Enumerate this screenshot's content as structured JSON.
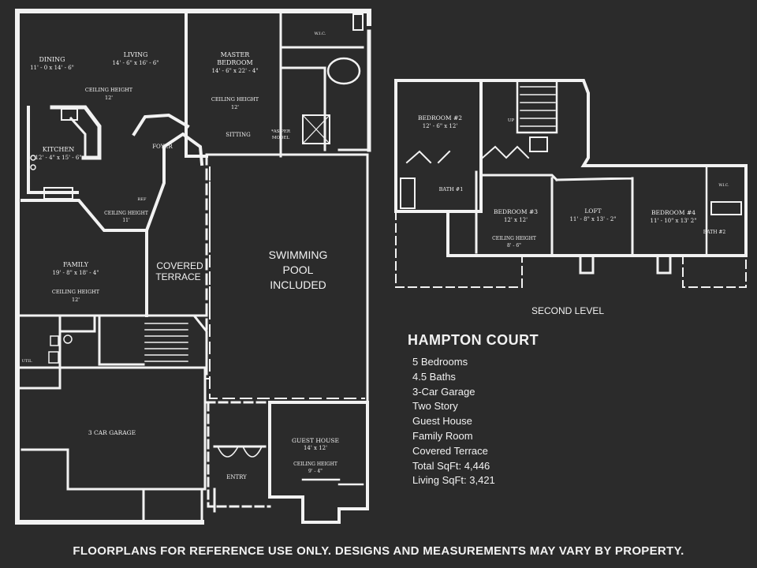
{
  "title": "HAMPTON COURT",
  "features": [
    "5 Bedrooms",
    "4.5 Baths",
    "3-Car Garage",
    "Two Story",
    "Guest House",
    "Family Room",
    "Covered Terrace",
    "Total SqFt: 4,446",
    "Living SqFt: 3,421"
  ],
  "disclaimer": "FLOORPLANS FOR REFERENCE USE ONLY. DESIGNS AND MEASUREMENTS MAY VARY BY PROPERTY.",
  "colors": {
    "background": "#2b2b2b",
    "walls": "#f2f2f2"
  },
  "first_floor": {
    "dining": {
      "name": "DINING",
      "dims": "11' - 0 x 14' - 6\""
    },
    "living": {
      "name": "LIVING",
      "dims": "14' - 6\" x 16' - 6\"",
      "ceiling": "CEILING HEIGHT",
      "ceiling_value": "12'"
    },
    "master": {
      "name1": "MASTER",
      "name2": "BEDROOM",
      "dims": "14' - 6\" x 22' - 4\"",
      "ceiling": "CEILING HEIGHT",
      "ceiling_value": "12'",
      "sitting": "SITTING",
      "note1": "*AS PER",
      "note2": "MODEL"
    },
    "wic": "W.I.C.",
    "kitchen": {
      "name": "KITCHEN",
      "dims": "12' - 4\" x 15' - 6\""
    },
    "foyer": "FOYER",
    "nook": {
      "ceiling": "CEILING HEIGHT",
      "value": "11'",
      "label": "REF"
    },
    "family": {
      "name": "FAMILY",
      "dims": "19' - 8\" x 18' - 4\"",
      "ceiling": "CEILING HEIGHT",
      "ceiling_value": "12'"
    },
    "covered_terrace_1": "COVERED",
    "covered_terrace_2": "TERRACE",
    "pool_1": "SWIMMING",
    "pool_2": "POOL",
    "pool_3": "INCLUDED",
    "util": "UTIL",
    "garage": "3 CAR GARAGE",
    "entry": "ENTRY",
    "guest_house": {
      "name": "GUEST HOUSE",
      "dims": "14' x 12'",
      "ceiling": "CEILING HEIGHT",
      "ceiling_value": "9' - 4\""
    }
  },
  "second_floor": {
    "level_label": "SECOND LEVEL",
    "bed2": {
      "name": "BEDROOM #2",
      "dims": "12' - 6\" x 12'"
    },
    "bath1": "BATH #1",
    "bed3": {
      "name": "BEDROOM #3",
      "dims": "12' x 12'",
      "ceiling": "CEILING HEIGHT",
      "ceiling_value": "8' - 6\""
    },
    "loft": {
      "name": "LOFT",
      "dims": "11' - 8\" x 13' - 2\""
    },
    "bed4": {
      "name": "BEDROOM #4",
      "dims": "11' - 10\" x 13' 2\""
    },
    "bath2": "BATH #2",
    "up": "UP",
    "wic": "W.I.C."
  }
}
